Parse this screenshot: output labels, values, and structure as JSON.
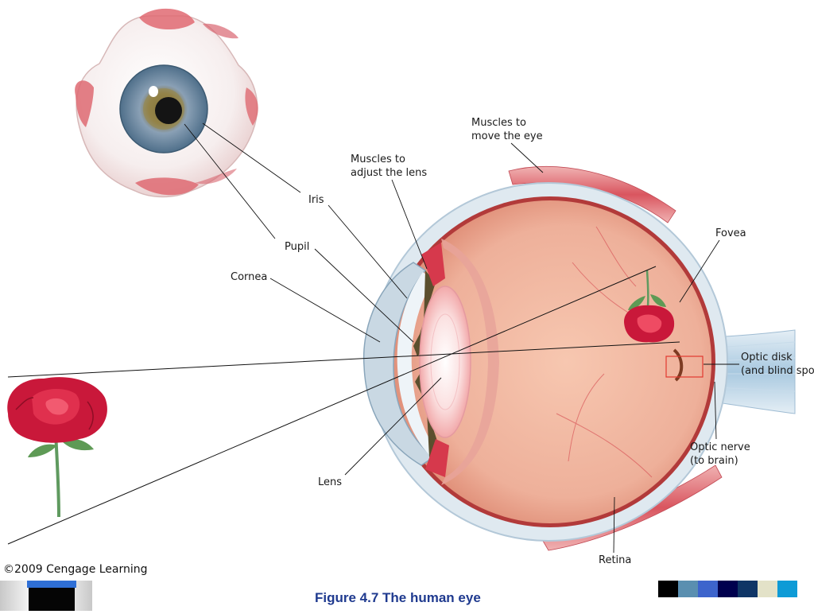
{
  "caption": "Figure 4.7  The human eye",
  "copyright": "©2009 Cengage Learning",
  "labels": {
    "iris": "Iris",
    "pupil": "Pupil",
    "cornea": "Cornea",
    "lens": "Lens",
    "muscles_lens_1": "Muscles to",
    "muscles_lens_2": "adjust the lens",
    "muscles_eye_1": "Muscles to",
    "muscles_eye_2": "move the eye",
    "fovea": "Fovea",
    "optic_disk_1": "Optic disk",
    "optic_disk_2": "(and blind spot)",
    "optic_nerve_1": "Optic nerve",
    "optic_nerve_2": "(to brain)",
    "retina": "Retina"
  },
  "swatch_colors": [
    "#000000",
    "#5a8fb0",
    "#3d64cc",
    "#00004e",
    "#0f3566",
    "#e3e2c8",
    "#0e9bd6"
  ]
}
